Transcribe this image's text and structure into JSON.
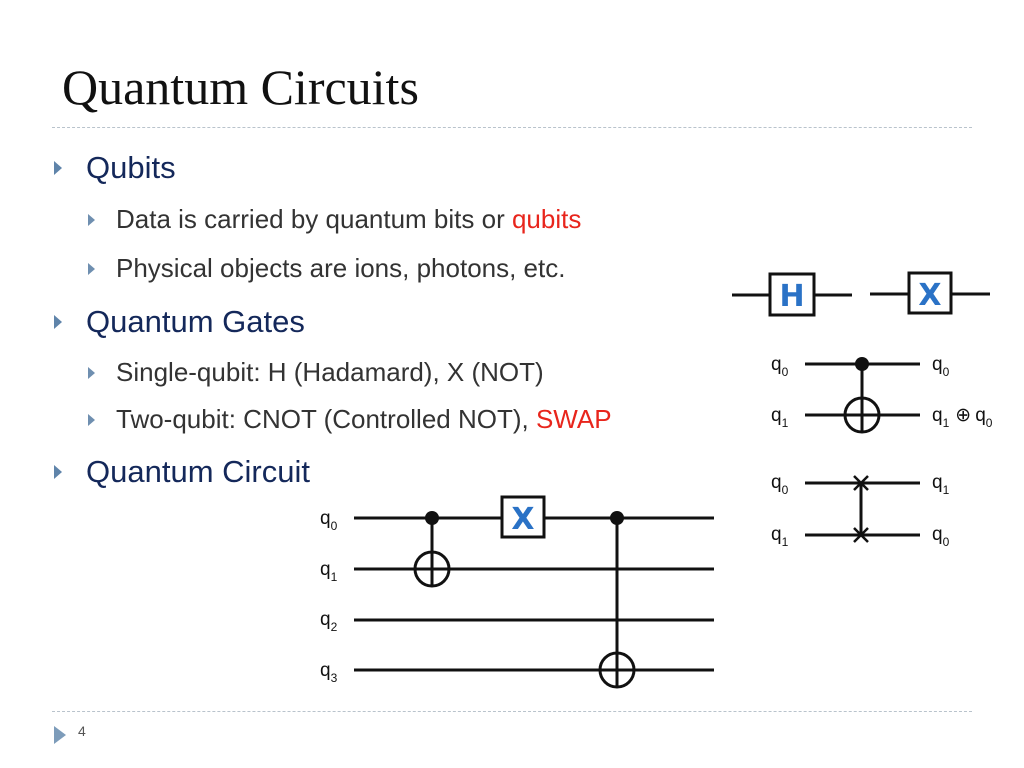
{
  "slide": {
    "title": "Quantum Circuits",
    "page_number": "4"
  },
  "bullets": {
    "qubits": {
      "label": "Qubits",
      "sub1_prefix": "Data is carried by quantum bits or ",
      "sub1_highlight": "qubits",
      "sub2": "Physical objects are ions, photons, etc."
    },
    "gates": {
      "label": "Quantum Gates",
      "sub1": "Single-qubit: H (Hadamard), X (NOT)",
      "sub2_prefix": "Two-qubit: CNOT (Controlled NOT), ",
      "sub2_highlight": "SWAP"
    },
    "circuit": {
      "label": "Quantum Circuit"
    }
  },
  "diagram": {
    "qubit_letter": "q",
    "index0": "0",
    "index1": "1",
    "index2": "2",
    "index3": "3",
    "xor_symbol": "⊕",
    "h_gate": "H",
    "x_gate": "X"
  },
  "colors": {
    "title": "#111111",
    "level1_text": "#14285a",
    "level2_text": "#333333",
    "highlight": "#e8251c",
    "gate_letter": "#2a72c6",
    "bullet_arrow": "#6f8fb0"
  }
}
